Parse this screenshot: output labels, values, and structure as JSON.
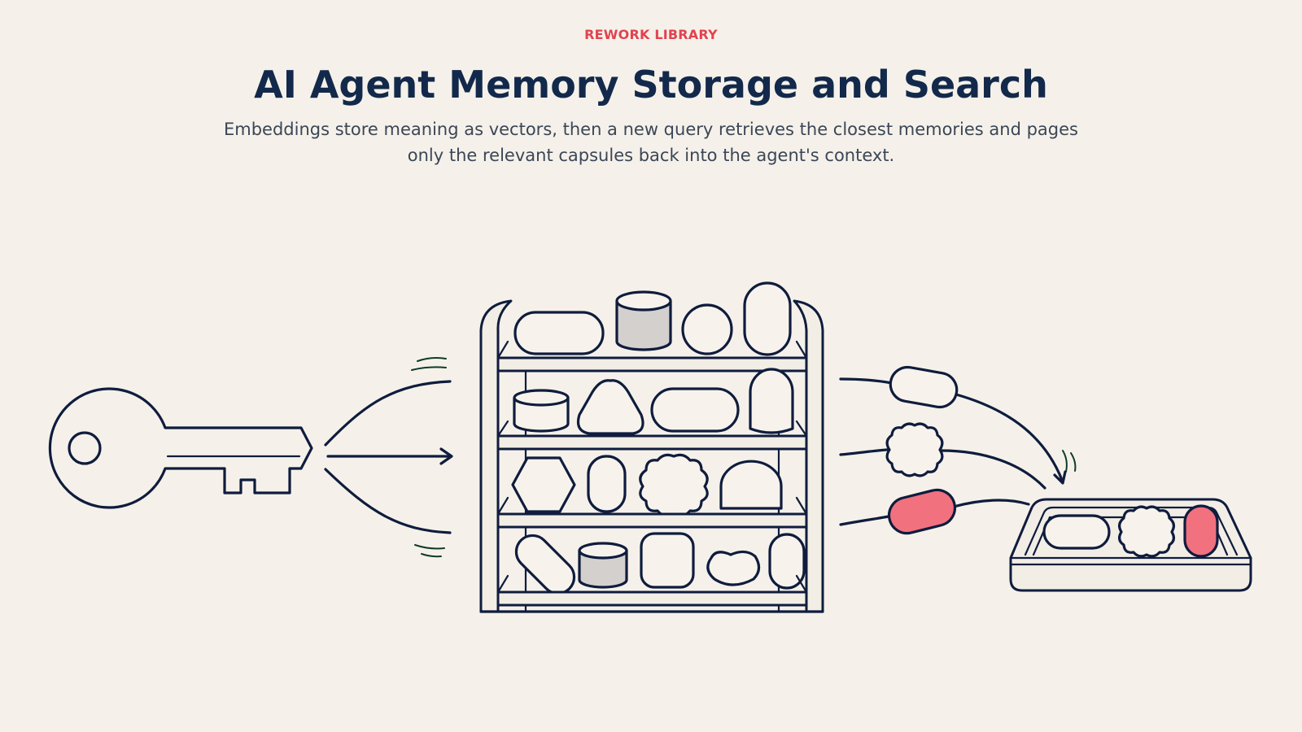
{
  "header": {
    "eyebrow": "REWORK LIBRARY",
    "title": "AI Agent Memory Storage and Search",
    "subtitle_line1": "Embeddings store meaning as vectors, then a new query retrieves the closest memories and pages",
    "subtitle_line2": "only the relevant capsules back into the agent's context."
  },
  "colors": {
    "background": "#f5f1ea",
    "ink": "#0f1c3d",
    "accent": "#e3424f",
    "highlight": "#f2717f",
    "title": "#13294b"
  },
  "illustration": {
    "query": "key-icon",
    "store": "memory-shelf",
    "output": "context-tray"
  }
}
